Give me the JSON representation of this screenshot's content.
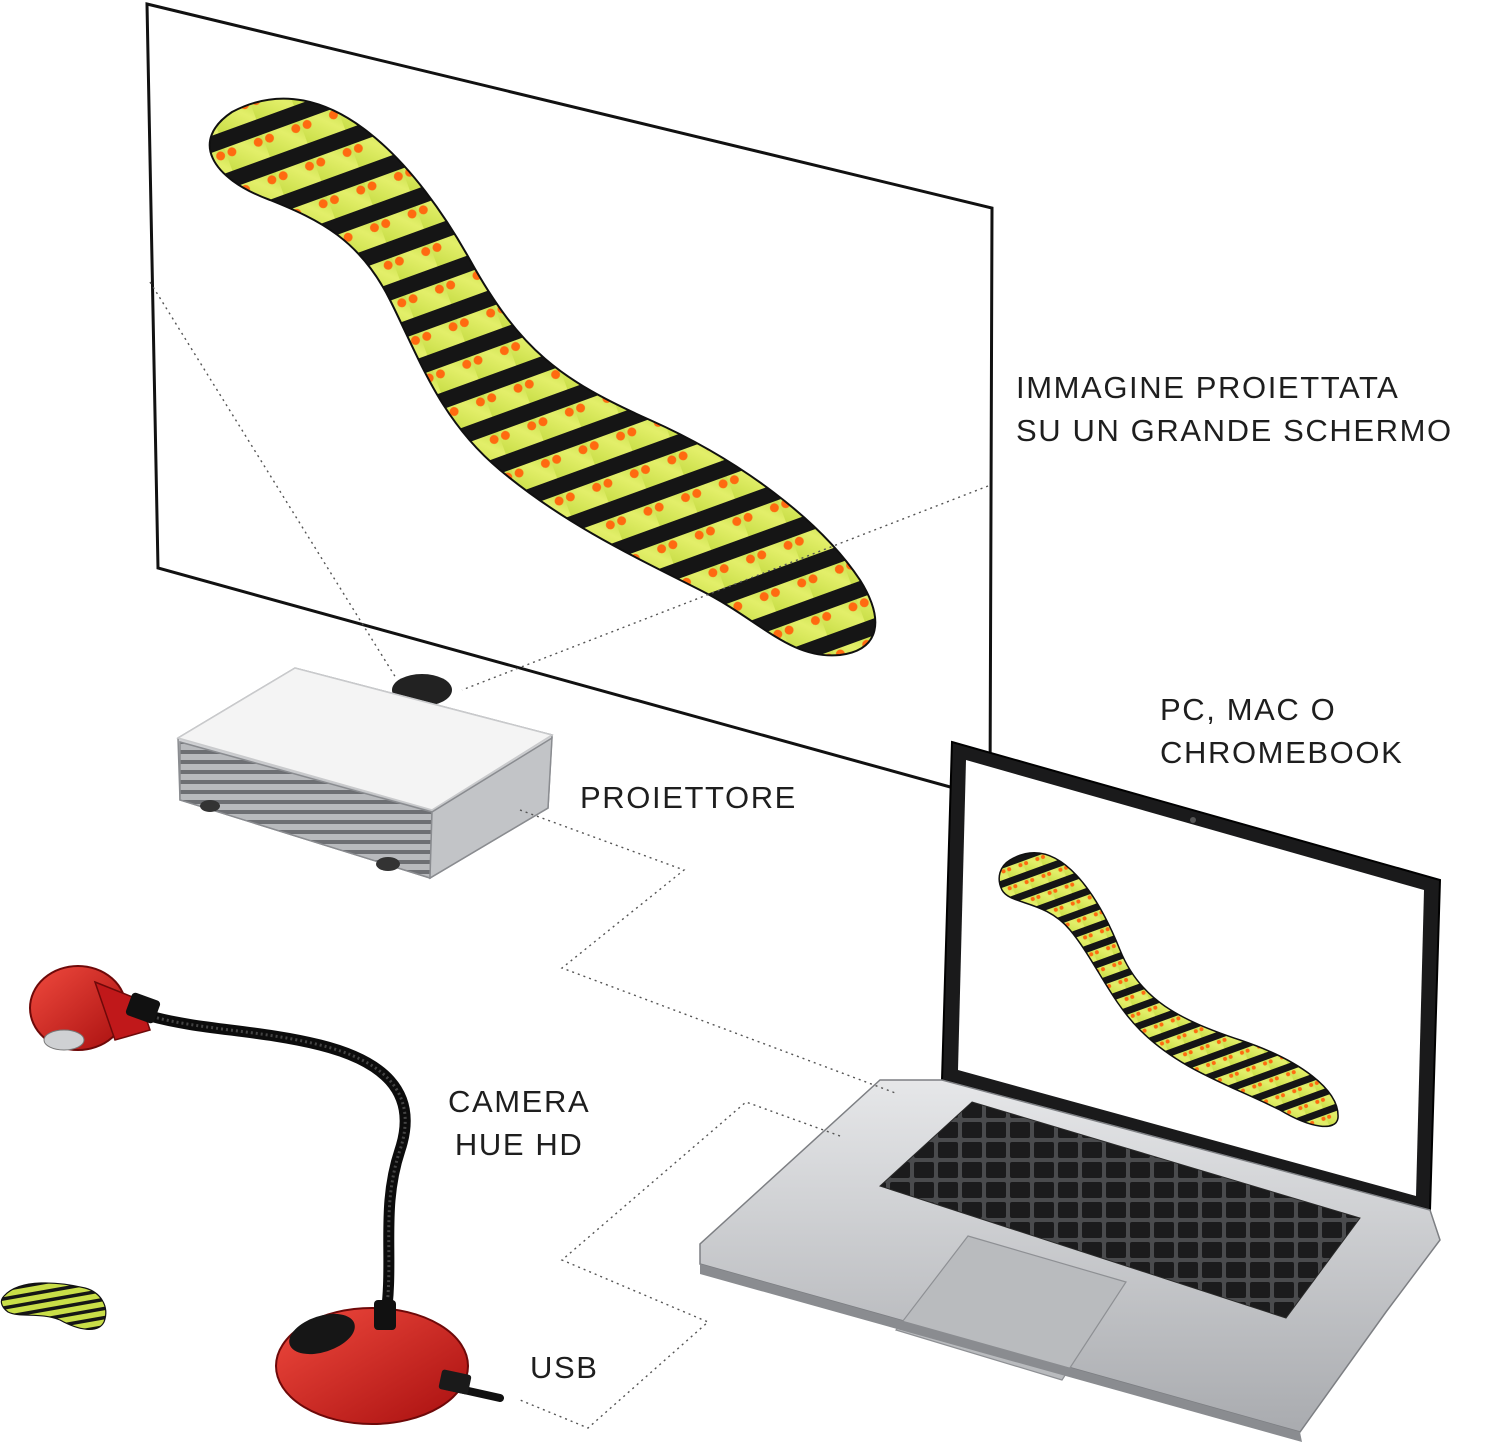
{
  "labels": {
    "screen": {
      "line1": "IMMAGINE PROIETTATA",
      "line2": "SU UN GRANDE SCHERMO"
    },
    "laptop": {
      "line1": "PC, MAC O",
      "line2": "CHROMEBOOK"
    },
    "projector": "PROIETTORE",
    "camera": {
      "line1": "CAMERA",
      "line2": "HUE HD"
    },
    "usb": "USB"
  },
  "colors": {
    "caterpillar_green": "#c6e04a",
    "caterpillar_black": "#151515",
    "caterpillar_dots": "#ff6a10",
    "camera_red": "#d61e1e",
    "laptop_silver": "#c4c6c9",
    "projector_white": "#f4f4f4"
  }
}
